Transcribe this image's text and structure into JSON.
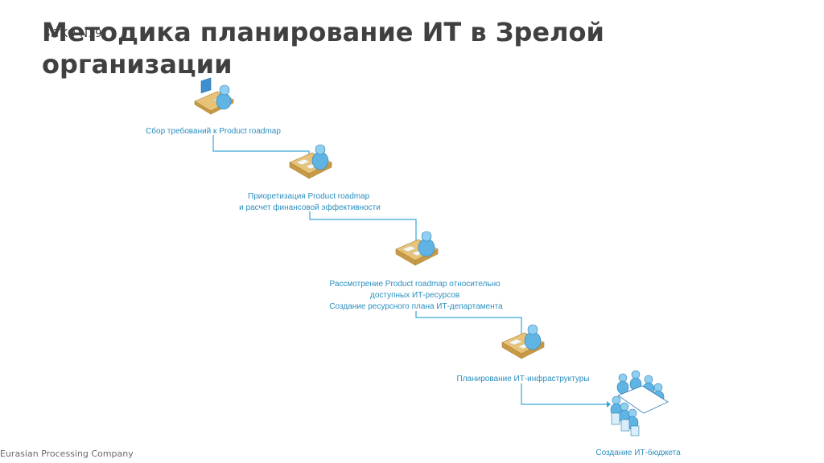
{
  "slide": {
    "logo_text": "SITKO N19",
    "title": "Методика планирование ИТ в Зрелой организации",
    "footer": "Eurasian Processing Company"
  },
  "colors": {
    "accent": "#3aa6d6",
    "label": "#2a8fbf",
    "title": "#404040",
    "logo_dot": "#d9342b"
  },
  "steps": [
    {
      "icon": "person-at-computer-desk-icon",
      "lines": [
        "Сбор требований к Product roadmap"
      ]
    },
    {
      "icon": "person-at-desk-icon",
      "lines": [
        "Приоретизация Product roadmap",
        "и расчет финансовой эффективности"
      ]
    },
    {
      "icon": "person-at-desk-icon",
      "lines": [
        "Рассмотрение Product roadmap относительно",
        "доступных ИТ-ресурсов",
        "Создание ресурсного плана ИТ-департамента"
      ]
    },
    {
      "icon": "person-at-desk-icon",
      "lines": [
        "Планирование ИТ-инфраструктуры"
      ]
    },
    {
      "icon": "meeting-table-icon",
      "lines": [
        "Создание ИТ-бюджета"
      ]
    }
  ]
}
